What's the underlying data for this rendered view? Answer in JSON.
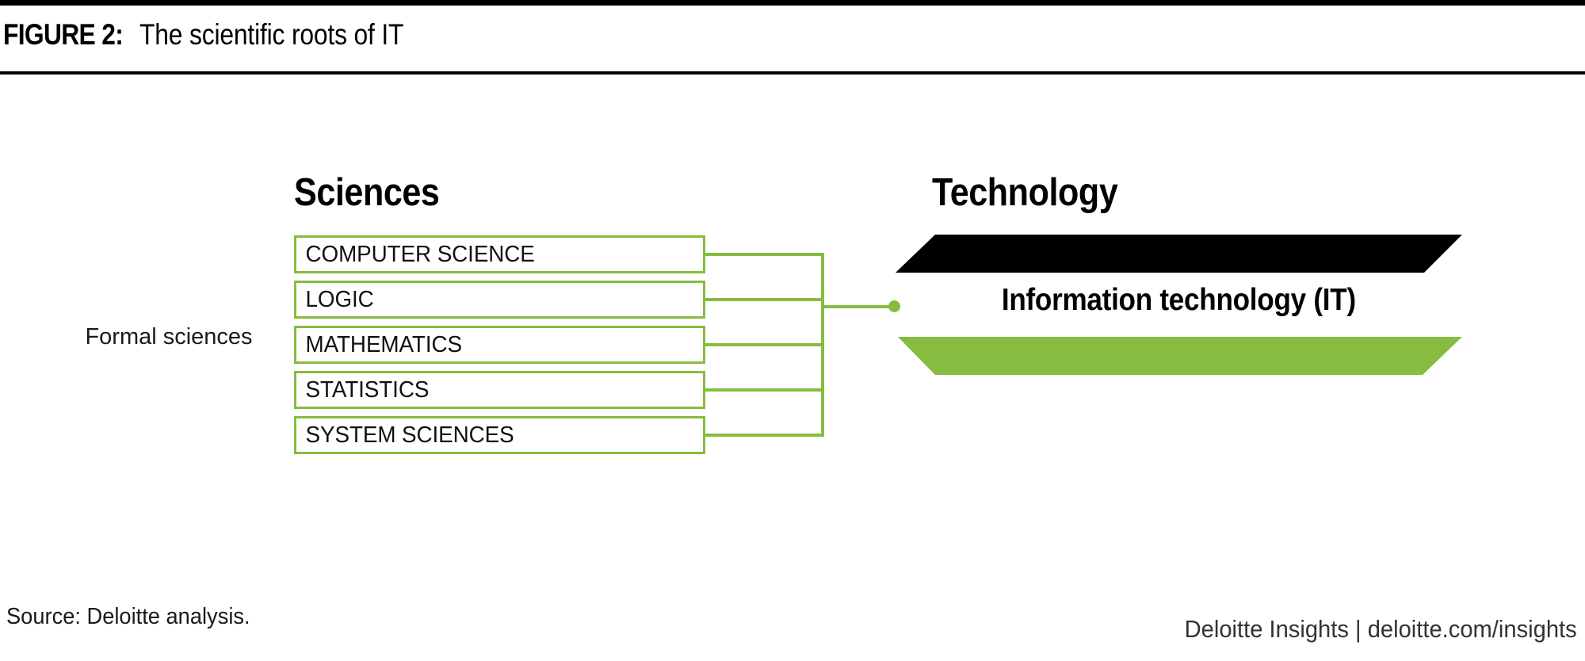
{
  "header": {
    "figure_label": "FIGURE 2:",
    "figure_title": "The scientific roots of IT"
  },
  "diagram": {
    "left_column_heading": "Sciences",
    "right_column_heading": "Technology",
    "group_label": "Formal sciences",
    "sciences": [
      {
        "label": "COMPUTER SCIENCE"
      },
      {
        "label": "LOGIC"
      },
      {
        "label": "MATHEMATICS"
      },
      {
        "label": "STATISTICS"
      },
      {
        "label": "SYSTEM SCIENCES"
      }
    ],
    "technology": {
      "banner_label": "Information technology (IT)",
      "top_band_color": "#000000",
      "bottom_band_color": "#86bc40"
    },
    "connector_color": "#86bc40",
    "box_border_color": "#86bc40"
  },
  "footer": {
    "source": "Source: Deloitte analysis.",
    "brand": "Deloitte Insights | deloitte.com/insights"
  }
}
